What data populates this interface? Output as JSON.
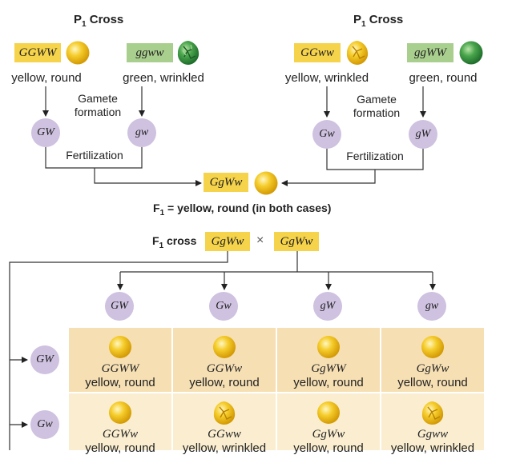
{
  "colors": {
    "yellow_box": "#f5d34a",
    "green_box": "#a9cf8e",
    "gamete": "#cfc1e0",
    "row1_bg": "#f6dfb3",
    "row2_bg": "#fbeed0",
    "yellow_pea": "#f3c11f",
    "green_pea": "#3f9a45"
  },
  "left_cross": {
    "heading_prefix": "P",
    "heading_sub": "1",
    "heading_suffix": " Cross",
    "parent1": {
      "genotype": "GGWW",
      "phenotype": "yellow, round",
      "pea": "yellow-round-pea-icon"
    },
    "parent2": {
      "genotype": "ggww",
      "phenotype": "green, wrinkled",
      "pea": "green-wrinkled-pea-icon"
    },
    "gamete_formation": "Gamete\nformation",
    "gamete1": "GW",
    "gamete2": "gw",
    "fertilization": "Fertilization"
  },
  "right_cross": {
    "heading_prefix": "P",
    "heading_sub": "1",
    "heading_suffix": " Cross",
    "parent1": {
      "genotype": "GGww",
      "phenotype": "yellow, wrinkled",
      "pea": "yellow-wrinkled-pea-icon"
    },
    "parent2": {
      "genotype": "ggWW",
      "phenotype": "green, round",
      "pea": "green-round-pea-icon"
    },
    "gamete_formation": "Gamete\nformation",
    "gamete1": "Gw",
    "gamete2": "gW",
    "fertilization": "Fertilization"
  },
  "f1": {
    "genotype": "GgWw",
    "result_prefix": "F",
    "result_sub": "1",
    "result_text": " = yellow, round (in both cases)"
  },
  "f1_cross": {
    "label_prefix": "F",
    "label_sub": "1",
    "label_suffix": " cross",
    "parent1": "GgWw",
    "times": "×",
    "parent2": "GgWw"
  },
  "punnett": {
    "column_gametes": [
      "GW",
      "Gw",
      "gW",
      "gw"
    ],
    "row_gametes": [
      "GW",
      "Gw"
    ],
    "rows": [
      [
        {
          "genotype": "GGWW",
          "phenotype": "yellow, round",
          "pea": "yellow-round"
        },
        {
          "genotype": "GGWw",
          "phenotype": "yellow, round",
          "pea": "yellow-round"
        },
        {
          "genotype": "GgWW",
          "phenotype": "yellow, round",
          "pea": "yellow-round"
        },
        {
          "genotype": "GgWw",
          "phenotype": "yellow, round",
          "pea": "yellow-round"
        }
      ],
      [
        {
          "genotype": "GGWw",
          "phenotype": "yellow, round",
          "pea": "yellow-round"
        },
        {
          "genotype": "GGww",
          "phenotype": "yellow, wrinkled",
          "pea": "yellow-wrinkled"
        },
        {
          "genotype": "GgWw",
          "phenotype": "yellow, round",
          "pea": "yellow-round"
        },
        {
          "genotype": "Ggww",
          "phenotype": "yellow, wrinkled",
          "pea": "yellow-wrinkled"
        }
      ]
    ]
  }
}
